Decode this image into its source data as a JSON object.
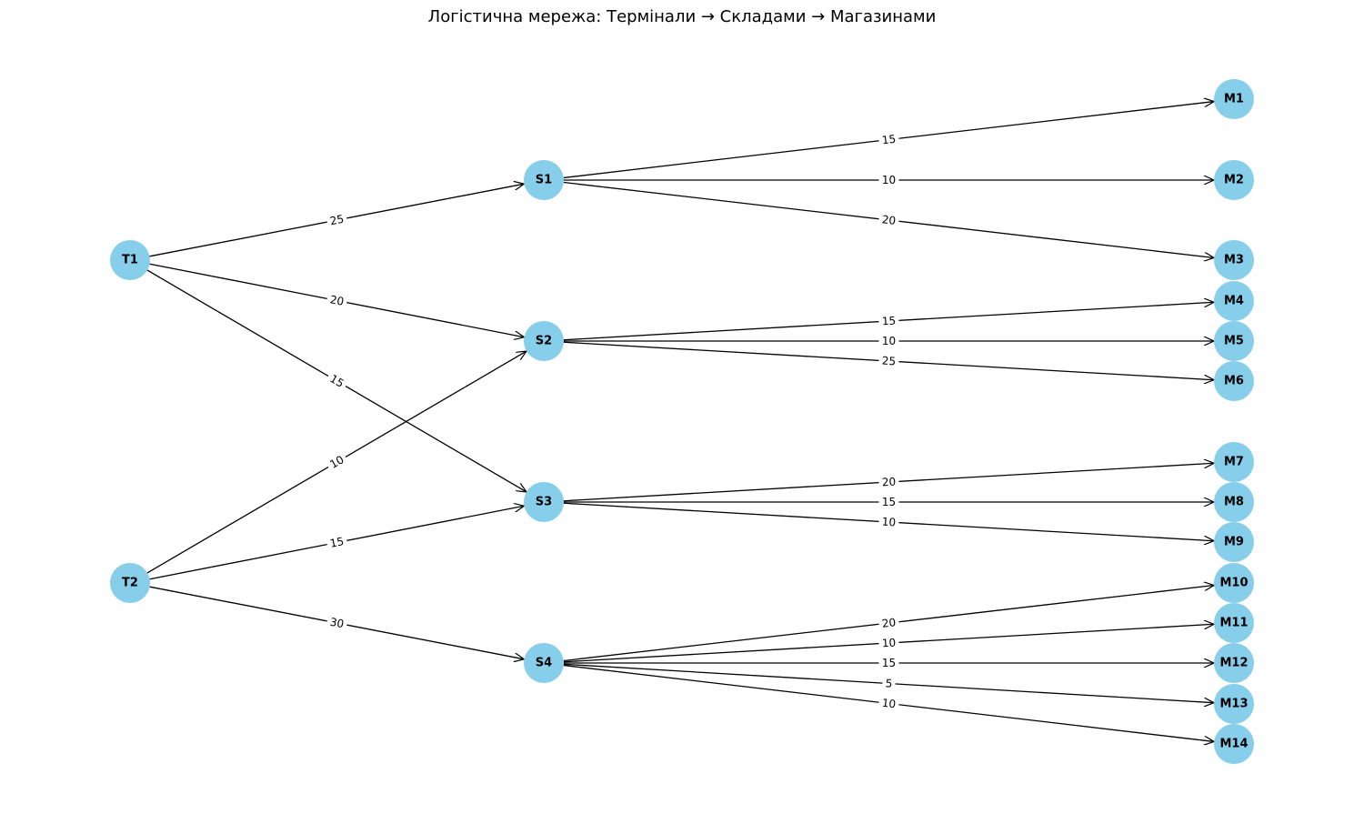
{
  "title": "Логістична мережа: Термінали → Складами → Магазинами",
  "colors": {
    "node": "#87ceeb",
    "edge": "#000000",
    "background": "#ffffff"
  },
  "nodes": [
    {
      "id": "T1",
      "label": "T1",
      "column": "terminal"
    },
    {
      "id": "T2",
      "label": "T2",
      "column": "terminal"
    },
    {
      "id": "S1",
      "label": "S1",
      "column": "warehouse"
    },
    {
      "id": "S2",
      "label": "S2",
      "column": "warehouse"
    },
    {
      "id": "S3",
      "label": "S3",
      "column": "warehouse"
    },
    {
      "id": "S4",
      "label": "S4",
      "column": "warehouse"
    },
    {
      "id": "M1",
      "label": "M1",
      "column": "store"
    },
    {
      "id": "M2",
      "label": "M2",
      "column": "store"
    },
    {
      "id": "M3",
      "label": "M3",
      "column": "store"
    },
    {
      "id": "M4",
      "label": "M4",
      "column": "store"
    },
    {
      "id": "M5",
      "label": "M5",
      "column": "store"
    },
    {
      "id": "M6",
      "label": "M6",
      "column": "store"
    },
    {
      "id": "M7",
      "label": "M7",
      "column": "store"
    },
    {
      "id": "M8",
      "label": "M8",
      "column": "store"
    },
    {
      "id": "M9",
      "label": "M9",
      "column": "store"
    },
    {
      "id": "M10",
      "label": "M10",
      "column": "store"
    },
    {
      "id": "M11",
      "label": "M11",
      "column": "store"
    },
    {
      "id": "M12",
      "label": "M12",
      "column": "store"
    },
    {
      "id": "M13",
      "label": "M13",
      "column": "store"
    },
    {
      "id": "M14",
      "label": "M14",
      "column": "store"
    }
  ],
  "edges": [
    {
      "from": "T1",
      "to": "S1",
      "label": "25"
    },
    {
      "from": "T1",
      "to": "S2",
      "label": "20"
    },
    {
      "from": "T1",
      "to": "S3",
      "label": "15"
    },
    {
      "from": "T2",
      "to": "S2",
      "label": "10"
    },
    {
      "from": "T2",
      "to": "S3",
      "label": "15"
    },
    {
      "from": "T2",
      "to": "S4",
      "label": "30"
    },
    {
      "from": "S1",
      "to": "M1",
      "label": "15"
    },
    {
      "from": "S1",
      "to": "M2",
      "label": "10"
    },
    {
      "from": "S1",
      "to": "M3",
      "label": "20"
    },
    {
      "from": "S2",
      "to": "M4",
      "label": "15"
    },
    {
      "from": "S2",
      "to": "M5",
      "label": "10"
    },
    {
      "from": "S2",
      "to": "M6",
      "label": "25"
    },
    {
      "from": "S3",
      "to": "M7",
      "label": "20"
    },
    {
      "from": "S3",
      "to": "M8",
      "label": "15"
    },
    {
      "from": "S3",
      "to": "M9",
      "label": "10"
    },
    {
      "from": "S4",
      "to": "M10",
      "label": "20"
    },
    {
      "from": "S4",
      "to": "M11",
      "label": "10"
    },
    {
      "from": "S4",
      "to": "M12",
      "label": "15"
    },
    {
      "from": "S4",
      "to": "M13",
      "label": "5"
    },
    {
      "from": "S4",
      "to": "M14",
      "label": "10"
    }
  ]
}
